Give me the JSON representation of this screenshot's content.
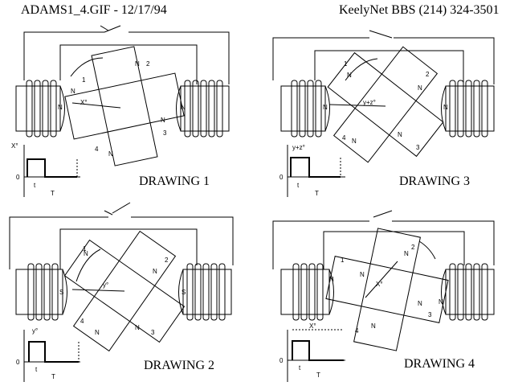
{
  "header": {
    "left": "ADAMS1_4.GIF - 12/17/94",
    "right": "KeelyNet BBS (214) 324-3501"
  },
  "panels": [
    {
      "caption": "DRAWING 1",
      "angle_label": "X°",
      "pulse_label": "X°",
      "timing": {
        "t": "t",
        "T": "T",
        "zero": "0"
      },
      "poles": {
        "left_stator": "N",
        "right_stator": "N",
        "rotor": [
          "N",
          "N",
          "N",
          "N"
        ],
        "numbers": [
          "1",
          "2",
          "3",
          "4"
        ]
      }
    },
    {
      "caption": "DRAWING 2",
      "angle_label": "y°",
      "pulse_label": "y°",
      "timing": {
        "t": "t",
        "T": "T",
        "zero": "0"
      },
      "poles": {
        "left_stator": "S",
        "right_stator": "S",
        "rotor": [
          "N",
          "N",
          "N",
          "N"
        ],
        "numbers": [
          "1",
          "2",
          "3",
          "4"
        ]
      }
    },
    {
      "caption": "DRAWING 3",
      "angle_label": "y+z°",
      "pulse_label": "y+z°",
      "timing": {
        "t": "t",
        "T": "T",
        "zero": "0"
      },
      "poles": {
        "left_stator": "N",
        "right_stator": "N",
        "rotor": [
          "N",
          "N",
          "N",
          "N"
        ],
        "numbers": [
          "1",
          "2",
          "3",
          "4"
        ]
      }
    },
    {
      "caption": "DRAWING 4",
      "angle_label": "X°",
      "pulse_label": "X°",
      "timing": {
        "t": "t",
        "T": "T",
        "zero": "0"
      },
      "poles": {
        "left_stator": "N",
        "right_stator": "N",
        "rotor": [
          "N",
          "N",
          "N",
          "N"
        ],
        "numbers": [
          "1",
          "2",
          "3",
          "4"
        ]
      }
    }
  ]
}
